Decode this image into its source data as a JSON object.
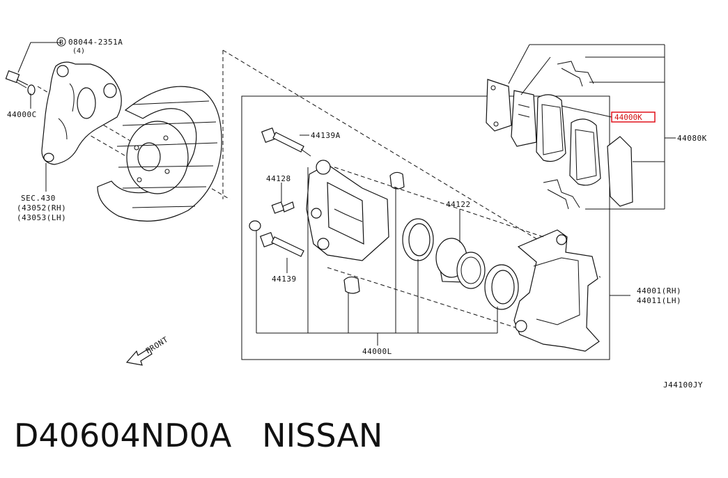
{
  "labels": {
    "bolt_spec": "08044-2351A",
    "bolt_qty": "(4)",
    "bolt_prefix": "B",
    "knuckle_washer": "44000C",
    "sec": "SEC.430",
    "sec_rh": "(43052(RH)",
    "sec_lh": "(43053(LH)",
    "pin_a": "44139A",
    "bleeder": "44128",
    "pin": "44139",
    "piston": "44122",
    "pad_kit_highlight": "44000K",
    "pad_kit": "44080K",
    "caliper_rh": "44001(RH)",
    "caliper_lh": "44011(LH)",
    "seal_kit": "44000L",
    "front": "FRONT",
    "diagram_code": "J44100JY"
  },
  "caption": "D40604ND0A   NISSAN",
  "colors": {
    "highlight": "#e0101a",
    "line": "#111111"
  }
}
